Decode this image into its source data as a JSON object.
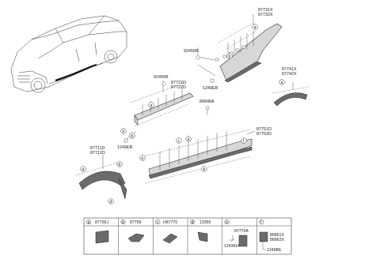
{
  "part_numbers": {
    "p87731": "87731X",
    "p87732": "87732X",
    "p92455_top": "92455B",
    "p1249_top": "1249EB",
    "p92455_mid": "92455B",
    "p87721": "87721D",
    "p87722": "87722D",
    "p87741": "87741X",
    "p87742": "87742X",
    "p86848": "86848A",
    "p1249_mid": "1249EB",
    "p87751": "87751D",
    "p87752": "87752D",
    "p87711": "87711D",
    "p87712": "87712D"
  },
  "callouts": {
    "a": "a",
    "b": "b",
    "c": "c",
    "d": "d",
    "e": "e",
    "f": "f"
  },
  "legend": {
    "cells": [
      {
        "letter": "a",
        "part": "87756J"
      },
      {
        "letter": "b",
        "part": "87756"
      },
      {
        "letter": "c",
        "part": "H87770"
      },
      {
        "letter": "d",
        "part": "13355"
      },
      {
        "letter": "e",
        "part": ""
      },
      {
        "letter": "f",
        "part": ""
      }
    ],
    "e_parts": [
      "87770A",
      "1243KH"
    ],
    "f_parts": [
      "86861X",
      "86862X",
      "1249BE"
    ]
  }
}
